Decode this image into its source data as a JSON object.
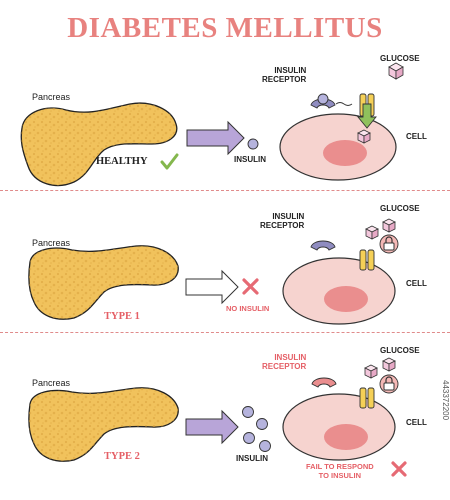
{
  "title": "DIABETES MELLITUS",
  "colors": {
    "title": "#e8827f",
    "pancreas": "#f1c25c",
    "pancreas_outline": "#222222",
    "cell": "#f6d3cf",
    "nucleus": "#e88182",
    "arrow_purple": "#b8a5d8",
    "insulin_dot": "#b5b3dd",
    "receptor": "#8f8cc0",
    "receptor_red": "#ea8e8f",
    "channel": "#f5d057",
    "glucose": "#f3c7dc",
    "check": "#84b74d",
    "cross": "#e66a74",
    "red_text": "#e55f66"
  },
  "icons": [
    "check-icon",
    "cross-icon",
    "lock-icon",
    "glucose-cube-icon",
    "arrow-icon"
  ],
  "panels": [
    {
      "pancreas_label": "Pancreas",
      "stage_label": "HEALTHY",
      "insulin_label": "INSULIN",
      "receptor_label": "INSULIN\nRECEPTOR",
      "glucose_label": "GLUCOSE",
      "cell_label": "CELL"
    },
    {
      "pancreas_label": "Pancreas",
      "stage_label": "TYPE 1",
      "note_label": "NO INSULIN",
      "receptor_label": "INSULIN\nRECEPTOR",
      "glucose_label": "GLUCOSE",
      "cell_label": "CELL"
    },
    {
      "pancreas_label": "Pancreas",
      "stage_label": "TYPE 2",
      "insulin_label": "INSULIN",
      "receptor_label": "INSULIN\nRECEPTOR",
      "glucose_label": "GLUCOSE",
      "cell_label": "CELL",
      "note_label": "FAIL TO RESPOND\nTO INSULIN"
    }
  ],
  "watermark": "443372200"
}
